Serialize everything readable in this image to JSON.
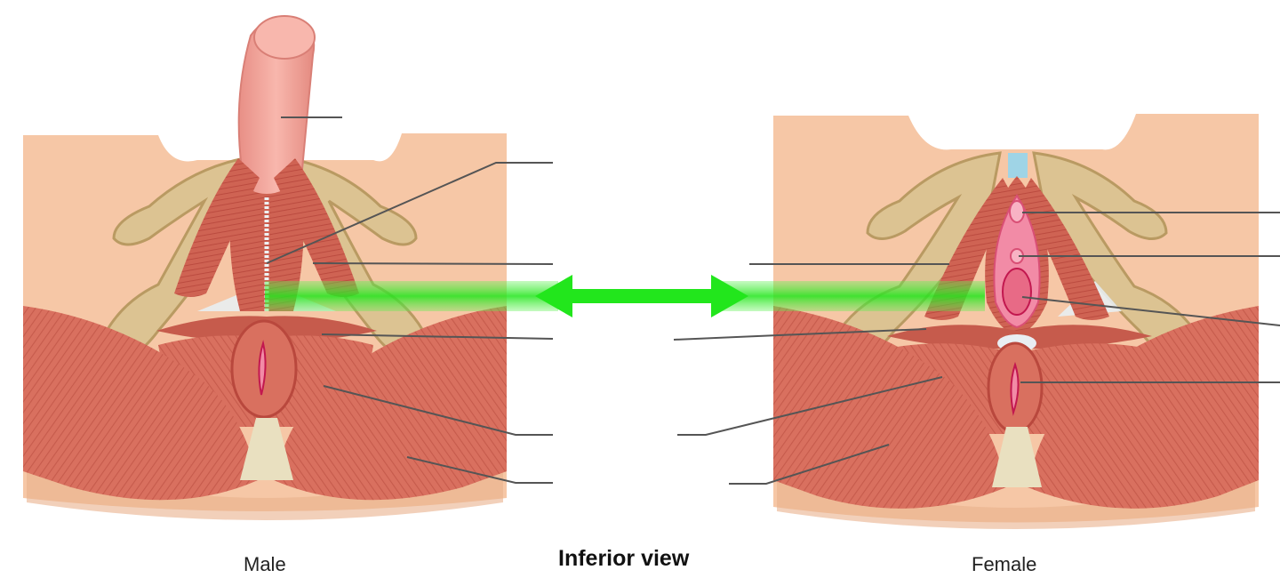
{
  "figure": {
    "view_caption": "Inferior view",
    "male_caption": "Male",
    "female_caption": "Female"
  },
  "colors": {
    "skin": "#f6c7a6",
    "skin_shadow": "#eab08c",
    "muscle": "#d9705f",
    "muscle_dark": "#b9483d",
    "muscle_stripe": "#c65b4c",
    "bone": "#dcc392",
    "bone_shadow": "#b99a62",
    "penis": "#f1a39a",
    "mucosa": "#f28ba6",
    "tendon": "#e9eef2",
    "arrow": "#22e61c",
    "leader_line": "#555555"
  },
  "icons": [
    "double-headed-arrow"
  ]
}
